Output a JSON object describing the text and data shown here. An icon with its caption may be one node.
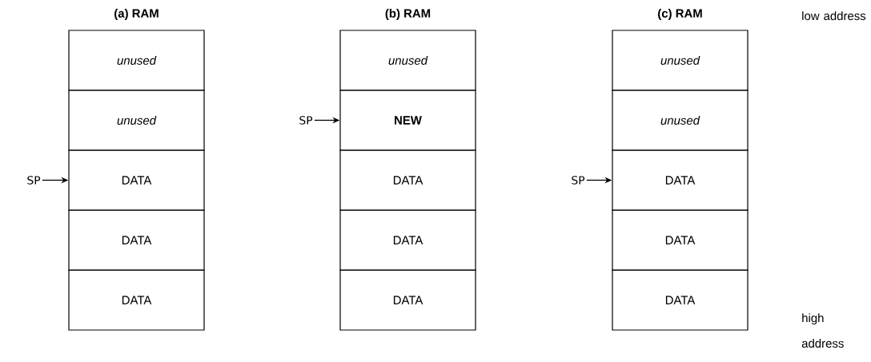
{
  "diagram": {
    "nodes": [
      {
        "text": [
          "SP"
        ]
      },
      {
        "text": [
          "unused"
        ]
      },
      {
        "text": [
          "unused"
        ]
      },
      {
        "text": [
          "DATA"
        ]
      },
      {
        "text": [
          "DATA"
        ]
      },
      {
        "text": [
          "DATA"
        ]
      },
      {
        "text": [
          "SP"
        ]
      },
      {
        "text": [
          "unused"
        ]
      },
      {
        "text": [
          "NEW"
        ]
      },
      {
        "text": [
          "DATA"
        ]
      },
      {
        "text": [
          "DATA"
        ]
      },
      {
        "text": [
          "DATA"
        ]
      },
      {
        "text": [
          "SP"
        ]
      },
      {
        "text": [
          "unused"
        ]
      },
      {
        "text": [
          "unused"
        ]
      },
      {
        "text": [
          "DATA"
        ]
      },
      {
        "text": [
          "DATA"
        ]
      },
      {
        "text": [
          "DATA"
        ]
      }
    ],
    "edges": [
      {
        "from": 0,
        "to": 3,
        "arrow": "to"
      },
      {
        "from": 6,
        "to": 8,
        "arrow": "to"
      },
      {
        "from": 12,
        "to": 15,
        "arrow": "to"
      }
    ],
    "labels": [
      "(a) RAM",
      "(b) RAM",
      "(c) RAM",
      "low address",
      "high address"
    ]
  }
}
